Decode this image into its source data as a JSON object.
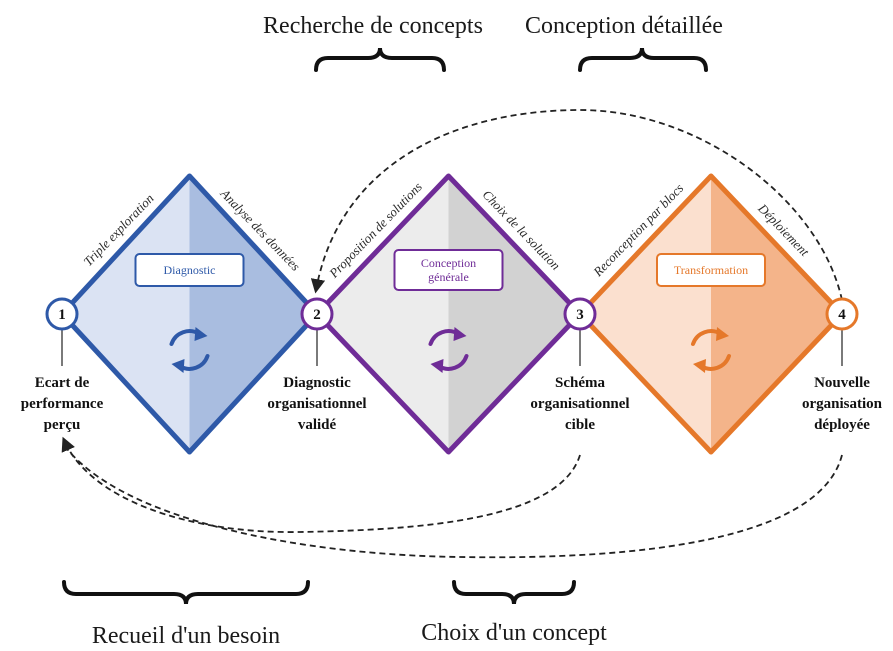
{
  "colors": {
    "blue": "#2e59a8",
    "blue_light": "#dbe3f3",
    "blue_dark": "#a9bde0",
    "purple": "#6f2c97",
    "gray_light": "#ececec",
    "gray_dark": "#d2d2d2",
    "orange": "#e5782a",
    "orange_light": "#fbe0cf",
    "orange_dark": "#f4b48a"
  },
  "top_labels": {
    "left": "Recherche de concepts",
    "right": "Conception détaillée"
  },
  "bottom_labels": {
    "left": "Recueil d'un besoin",
    "right": "Choix d'un concept"
  },
  "diamonds": [
    {
      "title_lines": [
        "Diagnostic"
      ],
      "stage_left": "Triple exploration",
      "stage_right": "Analyse des données",
      "icon": "cycle-arrows-icon"
    },
    {
      "title_lines": [
        "Conception",
        "générale"
      ],
      "stage_left": "Proposition de solutions",
      "stage_right": "Choix de la solution",
      "icon": "cycle-arrows-icon"
    },
    {
      "title_lines": [
        "Transformation"
      ],
      "stage_left": "Reconception par blocs",
      "stage_right": "Déploiement",
      "icon": "cycle-arrows-icon"
    }
  ],
  "milestones": [
    {
      "number": "1",
      "lines": [
        "Ecart de",
        "performance",
        "perçu"
      ]
    },
    {
      "number": "2",
      "lines": [
        "Diagnostic",
        "organisationnel",
        "validé"
      ]
    },
    {
      "number": "3",
      "lines": [
        "Schéma",
        "organisationnel",
        "cible"
      ]
    },
    {
      "number": "4",
      "lines": [
        "Nouvelle",
        "organisation",
        "déployée"
      ]
    }
  ]
}
